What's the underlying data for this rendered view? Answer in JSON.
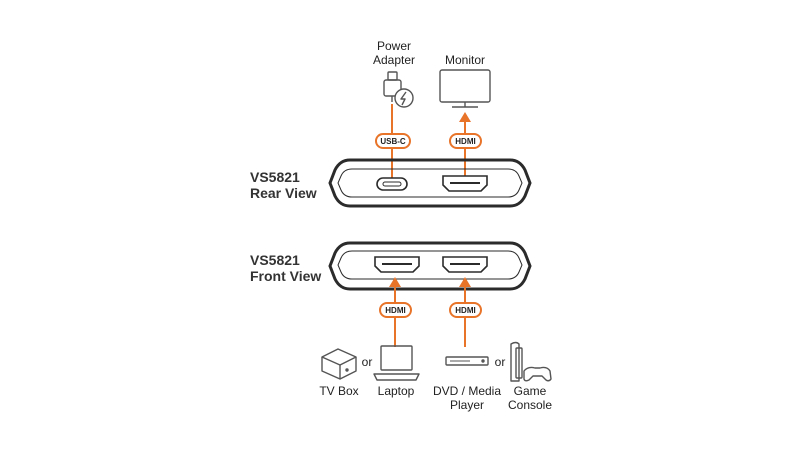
{
  "colors": {
    "accent": "#e8742a",
    "outline": "#2b2b2b",
    "icon": "#555555",
    "text": "#222222"
  },
  "rear": {
    "model": "VS5821",
    "view": "Rear View",
    "usb_badge": "USB-C",
    "hdmi_badge": "HDMI",
    "power_label_1": "Power",
    "power_label_2": "Adapter",
    "monitor_label": "Monitor"
  },
  "front": {
    "model": "VS5821",
    "view": "Front View",
    "hdmi_badge_left": "HDMI",
    "hdmi_badge_right": "HDMI"
  },
  "sources": {
    "tvbox_label": "TV Box",
    "or_left": "or",
    "laptop_label": "Laptop",
    "dvd_label_1": "DVD / Media",
    "dvd_label_2": "Player",
    "or_right": "or",
    "console_label_1": "Game",
    "console_label_2": "Console"
  },
  "icons": {
    "power": "power-adapter-icon",
    "monitor": "monitor-icon",
    "tvbox": "tv-box-icon",
    "laptop": "laptop-icon",
    "dvd": "dvd-player-icon",
    "console": "game-console-icon"
  }
}
